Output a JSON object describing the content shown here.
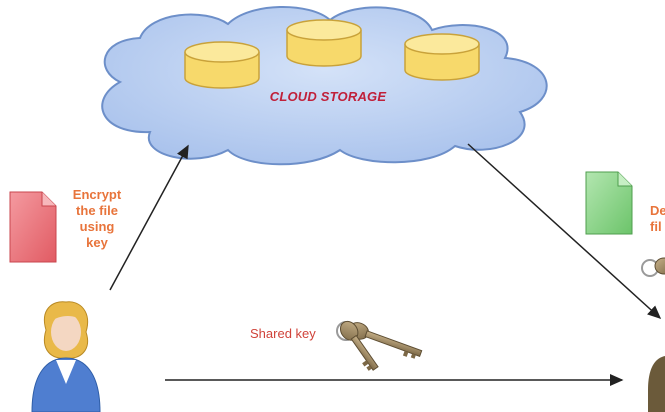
{
  "cloud": {
    "title": "CLOUD STORAGE"
  },
  "encrypt_note": {
    "text": "Encrypt\nthe  file\nusing\nkey"
  },
  "decrypt_note": {
    "text": "De\nfil"
  },
  "shared_key": {
    "label": "Shared key"
  },
  "colors": {
    "cloud_fill": "#b7cdf0",
    "cloud_stroke": "#6d8fc9",
    "cylinder_fill": "#f7d96b",
    "cylinder_top": "#fbe99c",
    "cylinder_stroke": "#c9a23a",
    "encrypt_doc": "#ee6f76",
    "decrypt_doc": "#8bd38a",
    "label_orange": "#e8743b",
    "cloud_title": "#c0203a",
    "arrow": "#222222"
  },
  "icons": [
    "database-icon",
    "document-icon",
    "user-icon",
    "key-icon"
  ]
}
